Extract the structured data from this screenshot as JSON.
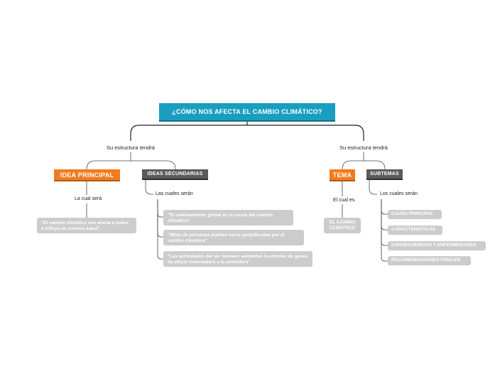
{
  "root": {
    "title": "¿CÓMO NOS AFECTA EL CAMBIO CLIMÁTICO?"
  },
  "left_branch": {
    "connector": "Su estructura tendrá",
    "idea_principal": {
      "title": "IDEA PRINCIPAL",
      "connector": "La cual será",
      "text": "\"El cambio climático nos afecta a todos e influye en nuestra salud\"."
    },
    "ideas_secundarias": {
      "title": "IDEAS SECUNDARIAS",
      "connector": "Las cuales serán",
      "items": [
        "\"El calentamiento global es la causa del cambio climático\".",
        "\"Miles de personas pueden verse perjudicadas por el cambio climático\".",
        "\"Las actividades del ser humano aumentan la emisión de gases de efecto invernadero a la atmósfera\"."
      ]
    }
  },
  "right_branch": {
    "connector": "Su estructura tendrá",
    "tema": {
      "title": "TEMA",
      "connector": "El cual es",
      "text": "EL CAMBIO CLIMÁTICO"
    },
    "subtemas": {
      "title": "SUBTEMAS",
      "connector": "Los cuales serán",
      "items": [
        "CAUSA PRINCIPAL",
        "CARACTERÍSTICAS",
        "CONSECUENCIAS Y ENFERMEDADES",
        "RECOMENDACIONES FINALES"
      ]
    }
  },
  "colors": {
    "root": "#1a9ec0",
    "main_node": "#f07c20",
    "secondary_node": "#5a5a5a",
    "leaf_node": "#cccccc",
    "line": "#222222"
  }
}
